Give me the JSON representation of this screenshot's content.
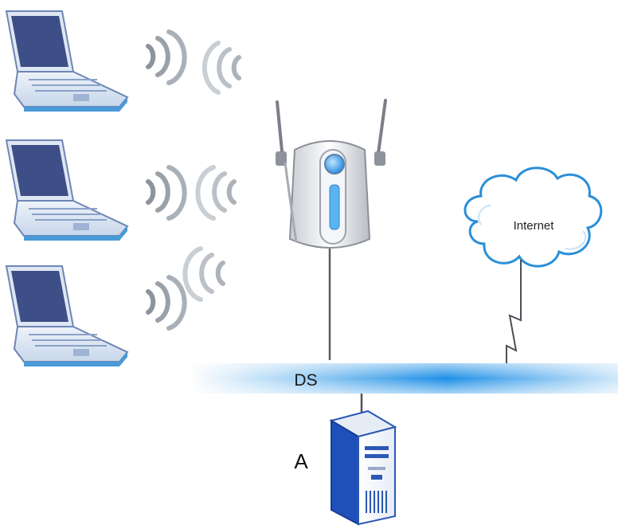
{
  "labels": {
    "internet": "Internet",
    "ds": "DS",
    "server": "A"
  },
  "icons": {
    "laptops": [
      "laptop-icon",
      "laptop-icon",
      "laptop-icon"
    ],
    "access_point": "access-point-icon",
    "cloud": "cloud-icon",
    "server": "server-icon",
    "wireless_signal": "wireless-signal-icon"
  },
  "colors": {
    "distribution_system": "#1e8fe6",
    "laptop_screen": "#3d4f86",
    "laptop_base": "#4a9ad8",
    "cloud_outline": "#2a8fd8",
    "access_point_light": "#5ab4f0",
    "server_blue": "#1f4fb8"
  }
}
